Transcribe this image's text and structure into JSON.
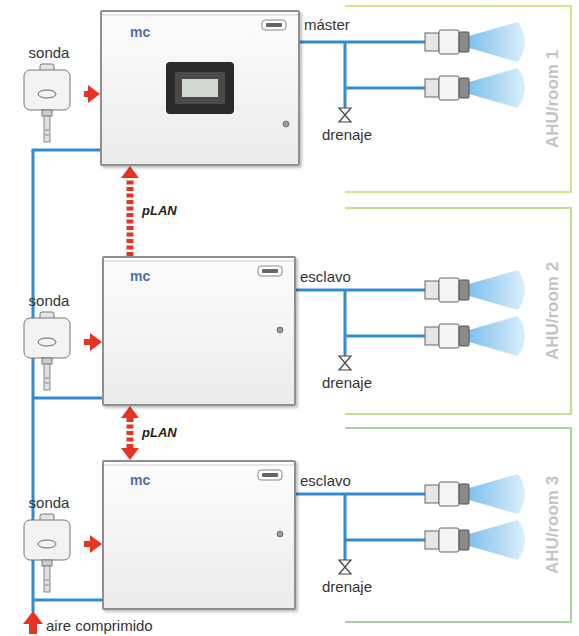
{
  "diagram": {
    "nodes": [
      {
        "text": [
          "AHU/room 1"
        ]
      },
      {
        "text": [
          "máster"
        ],
        "in": 0
      },
      {
        "text": [
          "sonda"
        ],
        "in": 0
      },
      {
        "text": [
          "AHU/room 2"
        ]
      },
      {
        "text": [
          "esclavo"
        ],
        "in": 3
      },
      {
        "text": [
          "sonda"
        ],
        "in": 3
      },
      {
        "text": [
          "AHU/room 3"
        ]
      },
      {
        "text": [
          "esclavo"
        ],
        "in": 6
      },
      {
        "text": [
          "sonda"
        ],
        "in": 6
      }
    ],
    "edges": [
      {
        "from": 2,
        "to": 1,
        "arrow": "to"
      },
      {
        "from": 5,
        "to": 4,
        "arrow": "to"
      },
      {
        "from": 8,
        "to": 7,
        "arrow": "to"
      },
      {
        "from": 4,
        "to": 1,
        "label": "pLAN",
        "arrow": "to"
      },
      {
        "from": 4,
        "to": 7,
        "label": "pLAN",
        "arrow": "both"
      }
    ],
    "labels": [
      "mc",
      "mc",
      "mc",
      "drenaje",
      "drenaje",
      "drenaje",
      "aire comprimido"
    ]
  }
}
